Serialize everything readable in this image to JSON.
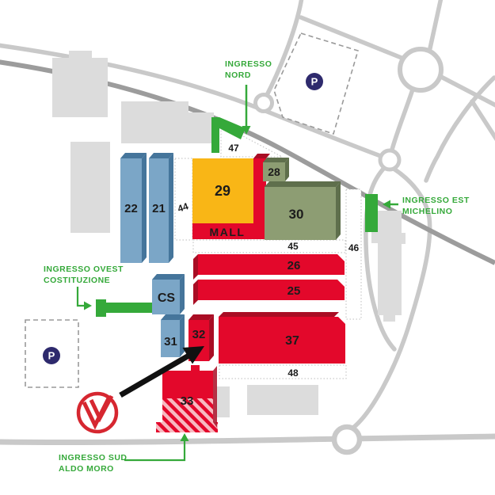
{
  "map_colors": {
    "pavilion_red": "#e3082b",
    "pavilion_red_dark": "#a90d24",
    "mall_yellow": "#f9b616",
    "pavilion_olive": "#8d9d73",
    "pavilion_olive_dark": "#5f6f4c",
    "pavilion_blue": "#7ba6c7",
    "pavilion_blue_dark": "#45759b",
    "entrance_green": "#35a93a",
    "parking_navy": "#2e2a6d",
    "road_light": "#c9c9c9",
    "road_dark": "#9c9c9c",
    "building_gray": "#dcdcdc",
    "logo_red": "#d62730",
    "arrow_black": "#111111"
  },
  "entrances": {
    "nord": {
      "line1": "INGRESSO",
      "line2": "NORD"
    },
    "est": {
      "line1": "INGRESSO EST",
      "line2": "MICHELINO"
    },
    "ovest": {
      "line1": "INGRESSO OVEST",
      "line2": "COSTITUZIONE"
    },
    "sud": {
      "line1": "INGRESSO SUD",
      "line2": "ALDO MORO"
    }
  },
  "pavilions": {
    "n22": "22",
    "n21": "21",
    "n29": "29",
    "n28": "28",
    "n30": "30",
    "n26": "26",
    "n25": "25",
    "n31": "31",
    "n32": "32",
    "n37": "37",
    "n33": "33",
    "cs": "CS",
    "mall": "MALL"
  },
  "service_areas": {
    "a44": "44",
    "a45": "45",
    "a46": "46",
    "a47": "47",
    "a48": "48"
  },
  "parking": {
    "symbol": "P"
  }
}
